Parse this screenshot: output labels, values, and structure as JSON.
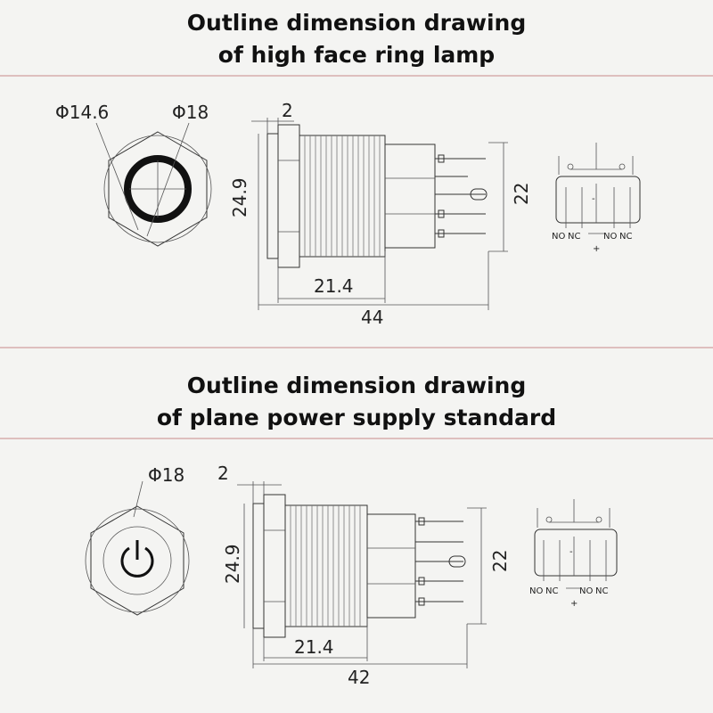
{
  "drawings": [
    {
      "title_line1": "Outline dimension drawing",
      "title_line2": "of high face ring lamp",
      "front_view": {
        "inner_diameter": "Φ14.6",
        "outer_diameter": "Φ18"
      },
      "side_view": {
        "flange_thickness": "2",
        "hex_height": "24.9",
        "terminal_height": "22",
        "body_length": "21.4",
        "total_length": "44"
      },
      "wiring": {
        "pin_labels": [
          "NO",
          "NC",
          "NO",
          "NC"
        ],
        "minus": "-",
        "plus": "+"
      }
    },
    {
      "title_line1": "Outline dimension drawing",
      "title_line2": "of plane power supply standard",
      "front_view": {
        "outer_diameter": "Φ18"
      },
      "side_view": {
        "flange_thickness": "2",
        "hex_height": "24.9",
        "terminal_height": "22",
        "body_length": "21.4",
        "total_length": "42"
      },
      "wiring": {
        "pin_labels": [
          "NO",
          "NC",
          "NO",
          "NC"
        ],
        "minus": "-",
        "plus": "+"
      }
    }
  ],
  "colors": {
    "background": "#f4f4f2",
    "line": "#333333",
    "ring": "#111111",
    "divider": "#c98a8a"
  }
}
